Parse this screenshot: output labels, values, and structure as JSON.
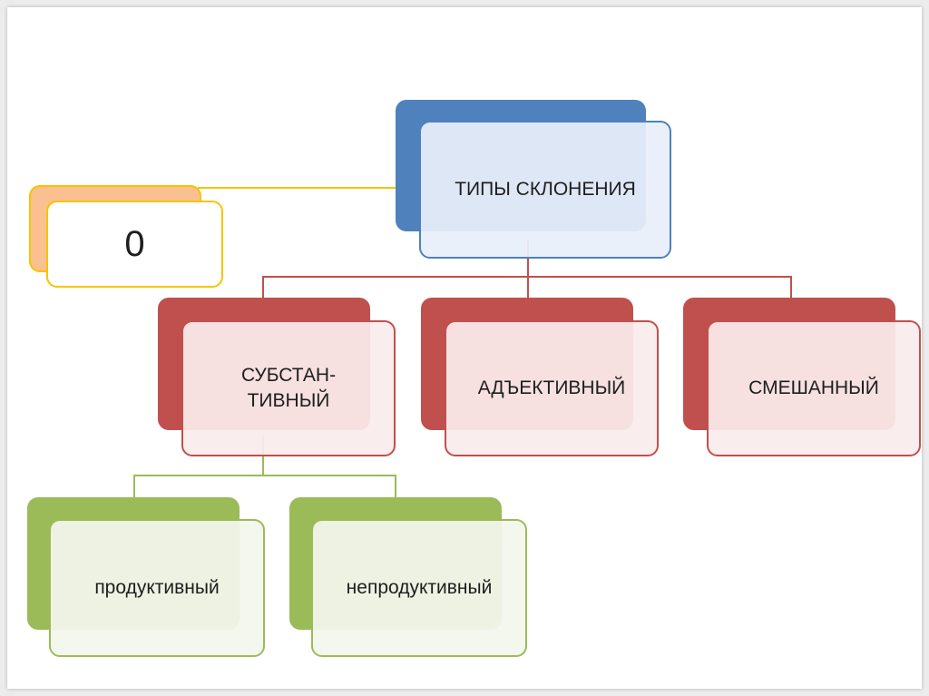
{
  "diagram": {
    "root": {
      "label": "ТИПЫ СКЛОНЕНИЯ"
    },
    "zero_node": {
      "label": "0"
    },
    "declension_types": [
      {
        "label": "СУБСТАН-\nТИВНЫЙ"
      },
      {
        "label": "АДЪЕКТИВНЫЙ"
      },
      {
        "label": "СМЕШАННЫЙ"
      }
    ],
    "substantive_subtypes": [
      {
        "label": "продуктивный"
      },
      {
        "label": "непродуктивный"
      }
    ]
  },
  "colors": {
    "root": "#4f81bd",
    "zero_fill": "#fac090",
    "zero_border": "#f5c400",
    "level2": "#c0504d",
    "level3": "#9bbb59"
  }
}
